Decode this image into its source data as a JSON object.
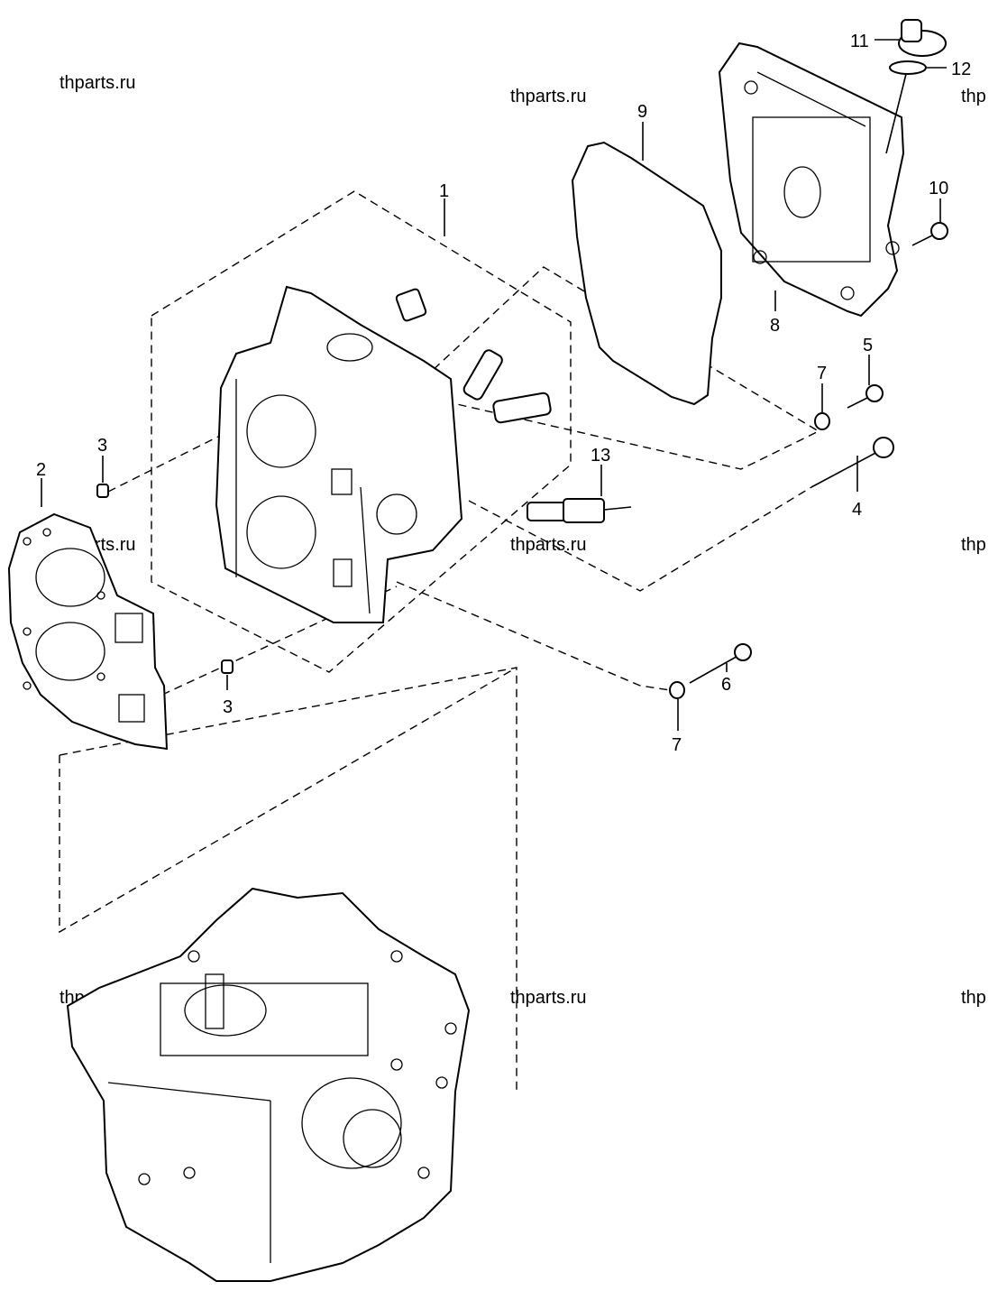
{
  "watermarks": [
    "thparts.ru",
    "thparts.ru",
    "thp",
    "thparts.ru",
    "thparts.ru",
    "thp",
    "thparts.ru",
    "thparts.ru",
    "thp"
  ],
  "callouts": {
    "p1": "1",
    "p2": "2",
    "p3a": "3",
    "p3b": "3",
    "p4": "4",
    "p5": "5",
    "p6": "6",
    "p7a": "7",
    "p7b": "7",
    "p8": "8",
    "p9": "9",
    "p10": "10",
    "p11": "11",
    "p12": "12",
    "p13": "13"
  }
}
